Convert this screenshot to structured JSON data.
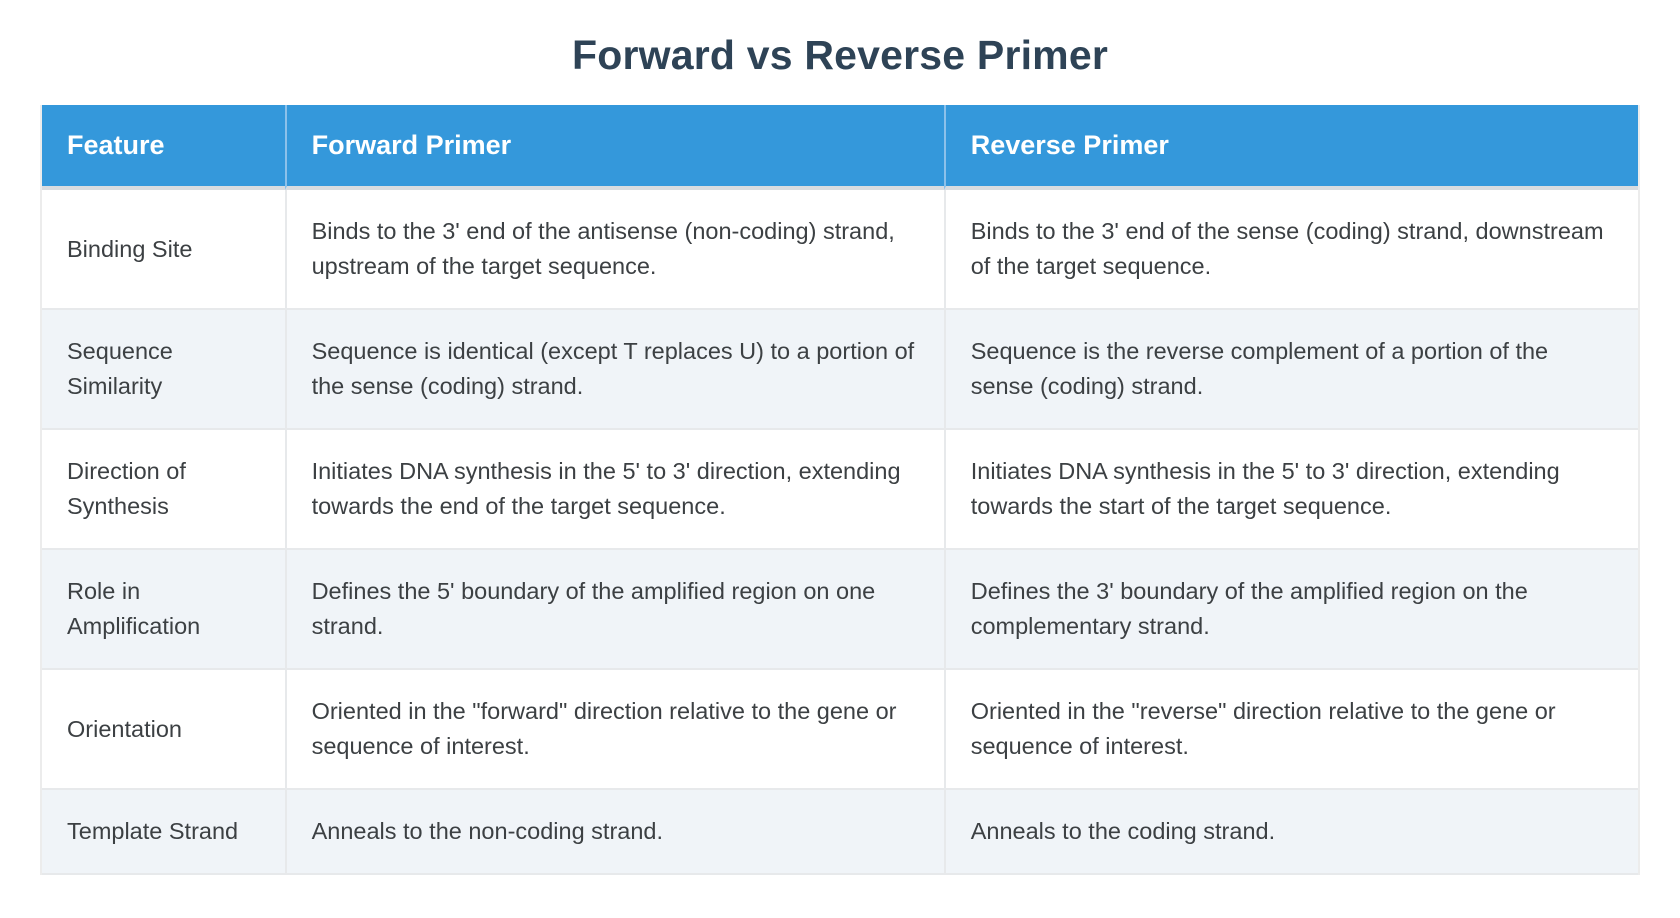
{
  "page": {
    "title": "Forward vs Reverse Primer"
  },
  "colors": {
    "header_bg": "#3498db",
    "header_text": "#ffffff",
    "title_text": "#2e4356",
    "body_text": "#3c4043",
    "stripe_bg": "#f0f4f8",
    "border": "#e7e9eb"
  },
  "table": {
    "columns": [
      "Feature",
      "Forward Primer",
      "Reverse Primer"
    ],
    "rows": [
      {
        "feature": "Binding Site",
        "forward": "Binds to the 3' end of the antisense (non-coding) strand, upstream of the target sequence.",
        "reverse": "Binds to the 3' end of the sense (coding) strand, downstream of the target sequence."
      },
      {
        "feature": "Sequence Similarity",
        "forward": "Sequence is identical (except T replaces U) to a portion of the sense (coding) strand.",
        "reverse": "Sequence is the reverse complement of a portion of the sense (coding) strand."
      },
      {
        "feature": "Direction of Synthesis",
        "forward": "Initiates DNA synthesis in the 5' to 3' direction, extending towards the end of the target sequence.",
        "reverse": "Initiates DNA synthesis in the 5' to 3' direction, extending towards the start of the target sequence."
      },
      {
        "feature": "Role in Amplification",
        "forward": "Defines the 5' boundary of the amplified region on one strand.",
        "reverse": "Defines the 3' boundary of the amplified region on the complementary strand."
      },
      {
        "feature": "Orientation",
        "forward": "Oriented in the \"forward\" direction relative to the gene or sequence of interest.",
        "reverse": "Oriented in the \"reverse\" direction relative to the gene or sequence of interest."
      },
      {
        "feature": "Template Strand",
        "forward": "Anneals to the non-coding strand.",
        "reverse": "Anneals to the coding strand."
      }
    ]
  }
}
